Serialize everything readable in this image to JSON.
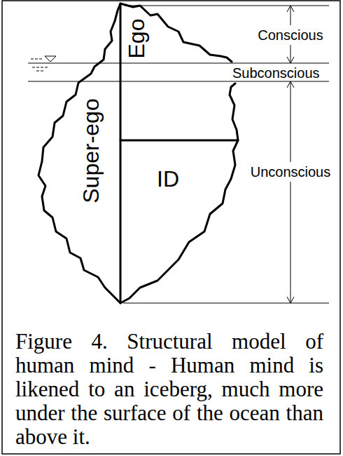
{
  "diagram": {
    "caption": "Figure 4. Structural model of human mind - Human mind is likened to an iceberg, much more under the surface of the ocean than above it.",
    "labels": [
      "Conscious",
      "Ego",
      "Subconscious",
      "Super-ego",
      "ID",
      "Unconscious"
    ]
  }
}
